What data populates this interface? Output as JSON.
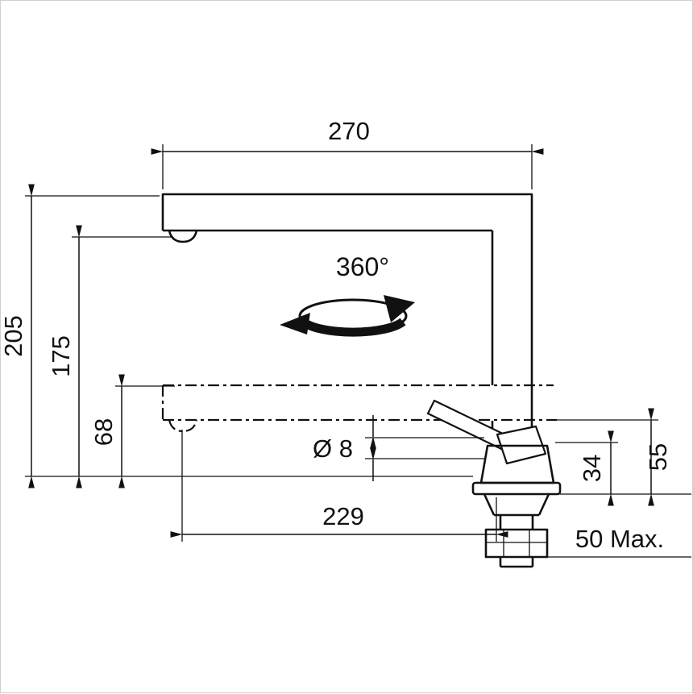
{
  "title": "Kitchen faucet technical dimension drawing",
  "colors": {
    "line": "#111111",
    "background": "#ffffff",
    "frame": "#cfcfcf"
  },
  "dimensions": {
    "top_width": "270",
    "total_height": "205",
    "spout_underside_height": "175",
    "lower_spout_height": "68",
    "swivel_angle": "360°",
    "hose_diameter": "Ø 8",
    "spout_reach": "229",
    "body_height": "34",
    "lower_spout_clearance": "55",
    "max_deck_thickness": "50 Max."
  }
}
